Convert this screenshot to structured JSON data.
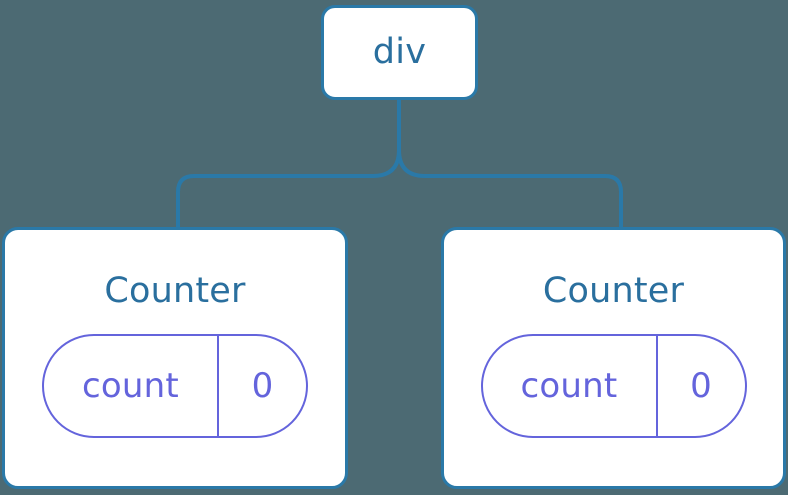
{
  "diagram": {
    "title": "React component tree with state",
    "background_color": "#4c6a73",
    "node_border_color": "#2a79a8",
    "node_label_color": "#2a6f9e",
    "state_color": "#6464dc",
    "connector_color": "#2a79a8"
  },
  "root": {
    "label": "div"
  },
  "children": [
    {
      "label": "Counter",
      "state": {
        "key": "count",
        "value": "0"
      }
    },
    {
      "label": "Counter",
      "state": {
        "key": "count",
        "value": "0"
      }
    }
  ]
}
